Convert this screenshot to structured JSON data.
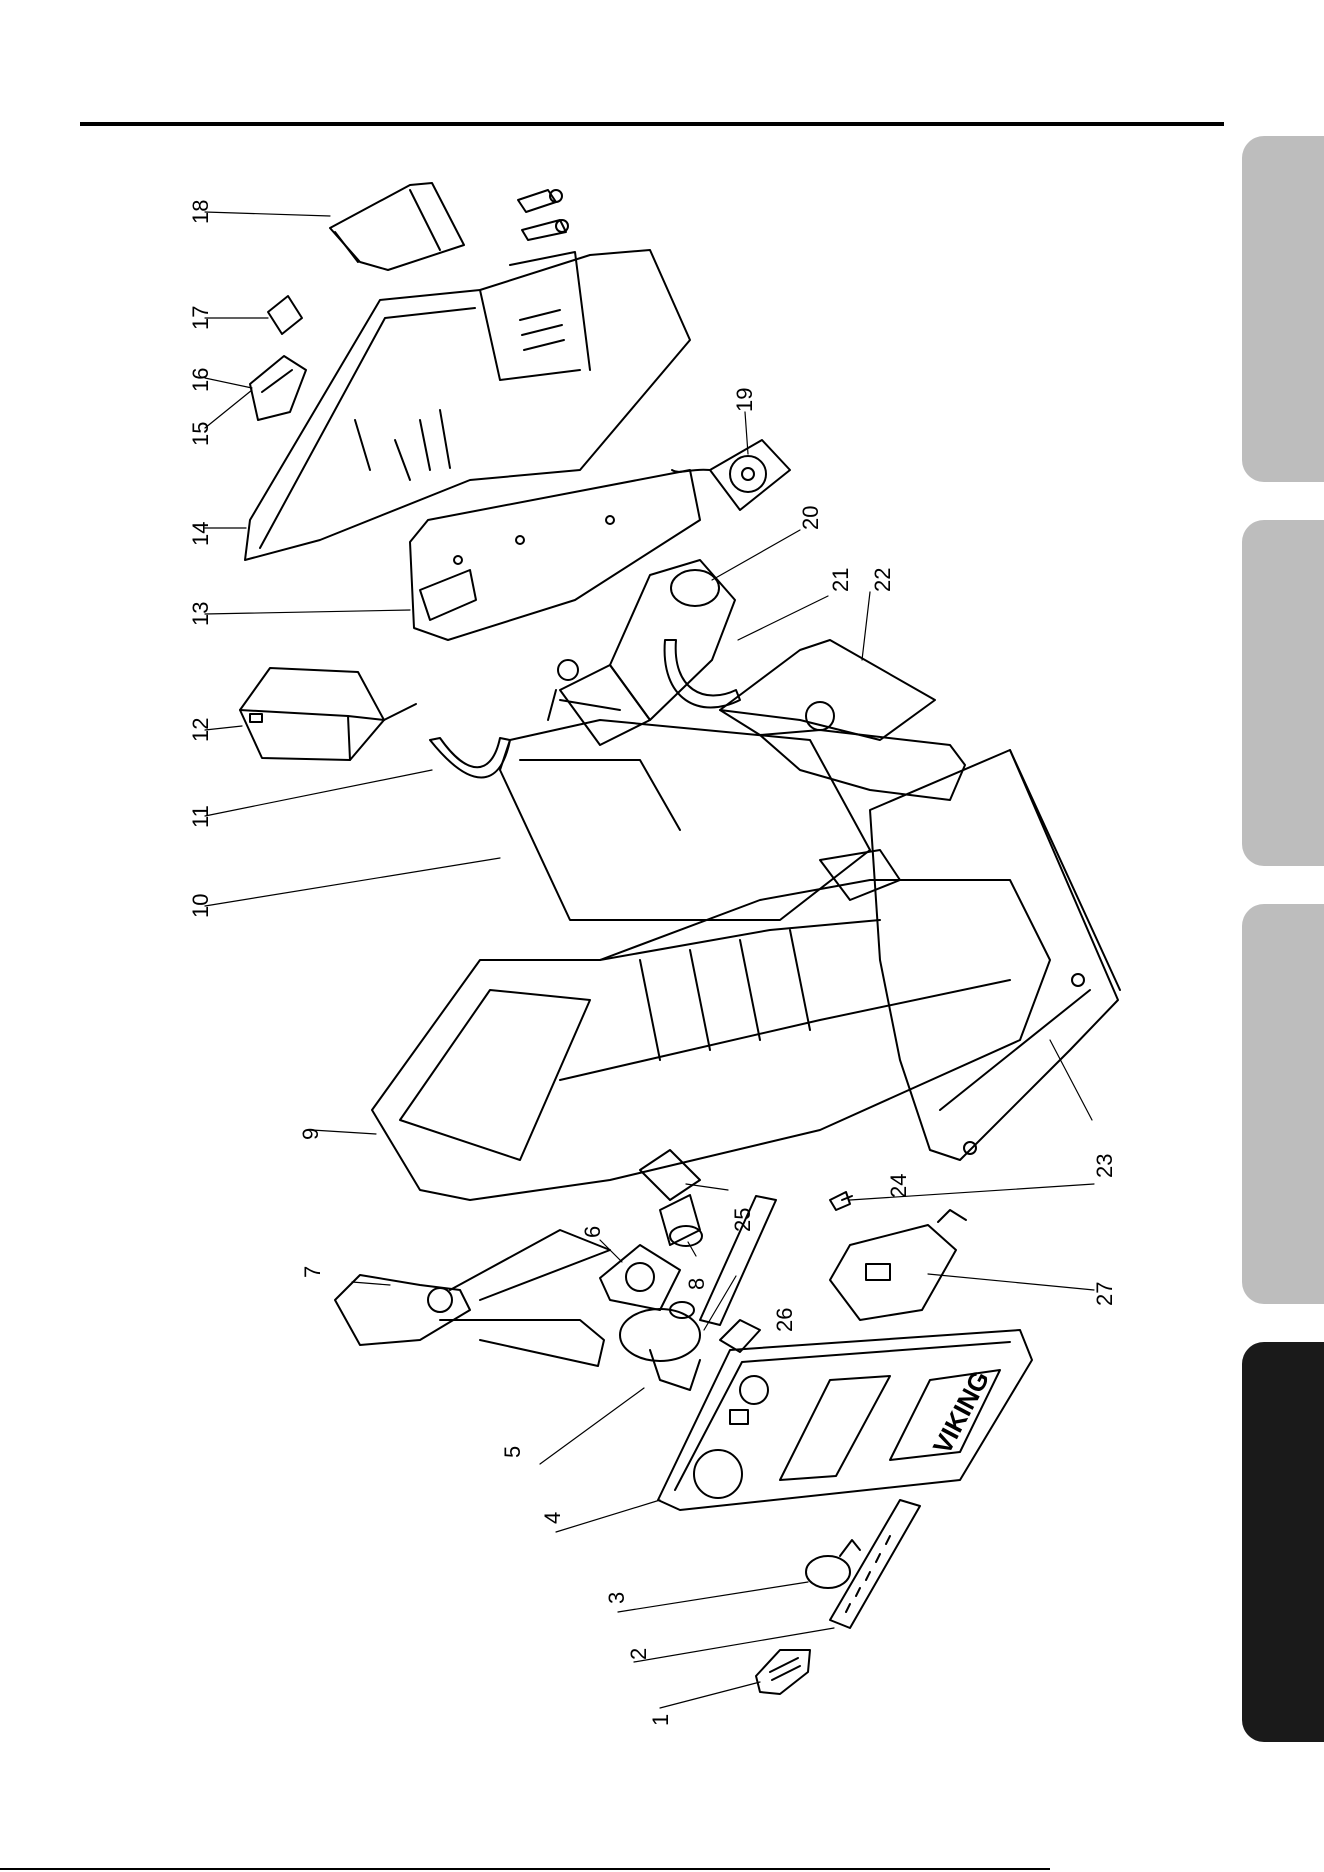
{
  "diagram": {
    "callouts": [
      "1",
      "2",
      "3",
      "4",
      "5",
      "6",
      "7",
      "8",
      "9",
      "10",
      "11",
      "12",
      "13",
      "14",
      "15",
      "16",
      "17",
      "18",
      "19",
      "20",
      "21",
      "22",
      "23",
      "24",
      "25",
      "26",
      "27"
    ],
    "logo_text": "VIKING"
  },
  "side_tabs": [
    {
      "state": "inactive"
    },
    {
      "state": "inactive"
    },
    {
      "state": "inactive"
    },
    {
      "state": "active"
    }
  ]
}
